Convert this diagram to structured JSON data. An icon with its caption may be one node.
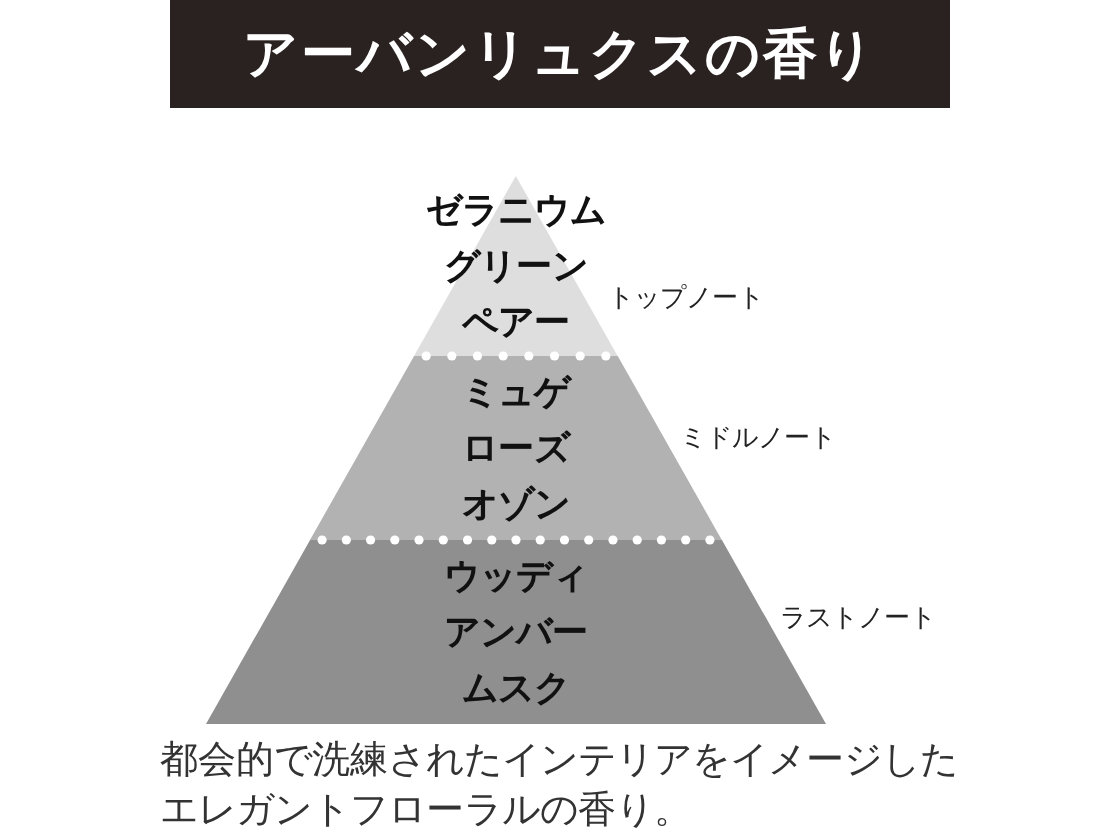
{
  "diagram": {
    "title": "アーバンリュクスの香り",
    "nodes": [
      {
        "text": [
          "ゼラニウム",
          "グリーン",
          "ペアー"
        ],
        "beside": [
          "トップノート"
        ]
      },
      {
        "text": [
          "ミュゲ",
          "ローズ",
          "オゾン"
        ],
        "beside": [
          "ミドルノート"
        ]
      },
      {
        "text": [
          "ウッディ",
          "アンバー",
          "ムスク"
        ],
        "beside": [
          "ラストノート"
        ]
      }
    ],
    "caption": "都会的で洗練されたインテリアをイメージしたエレガントフローラルの香り。"
  }
}
